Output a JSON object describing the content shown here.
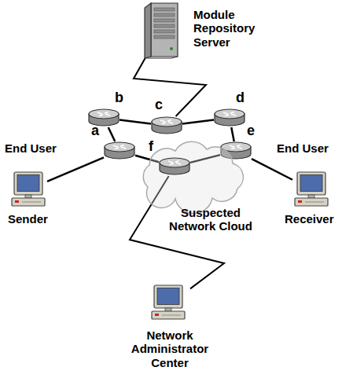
{
  "diagram": {
    "nodes": [
      {
        "text": [
          "Module Repository Server"
        ]
      },
      {
        "text": [
          "b"
        ]
      },
      {
        "text": [
          "c"
        ]
      },
      {
        "text": [
          "d"
        ]
      },
      {
        "text": [
          "End User",
          "Sender"
        ]
      },
      {
        "text": [
          "a"
        ]
      },
      {
        "text": [
          "e"
        ]
      },
      {
        "text": [
          "End User",
          "Receiver"
        ]
      },
      {
        "text": [
          "Suspected Network Cloud"
        ]
      },
      {
        "text": [
          "f"
        ],
        "in": 8
      },
      {
        "text": [
          "Network Administrator Center"
        ]
      }
    ],
    "edges": [
      {
        "from": 0,
        "to": 2,
        "arrow": "none"
      },
      {
        "from": 1,
        "to": 2,
        "arrow": "none"
      },
      {
        "from": 2,
        "to": 3,
        "arrow": "none"
      },
      {
        "from": 5,
        "to": 1,
        "arrow": "none"
      },
      {
        "from": 3,
        "to": 6,
        "arrow": "none"
      },
      {
        "from": 4,
        "to": 5,
        "arrow": "none"
      },
      {
        "from": 6,
        "to": 7,
        "arrow": "none"
      },
      {
        "from": 5,
        "to": 9,
        "arrow": "none"
      },
      {
        "from": 9,
        "to": 6,
        "arrow": "none"
      },
      {
        "from": 10,
        "to": 9,
        "arrow": "none"
      }
    ]
  }
}
